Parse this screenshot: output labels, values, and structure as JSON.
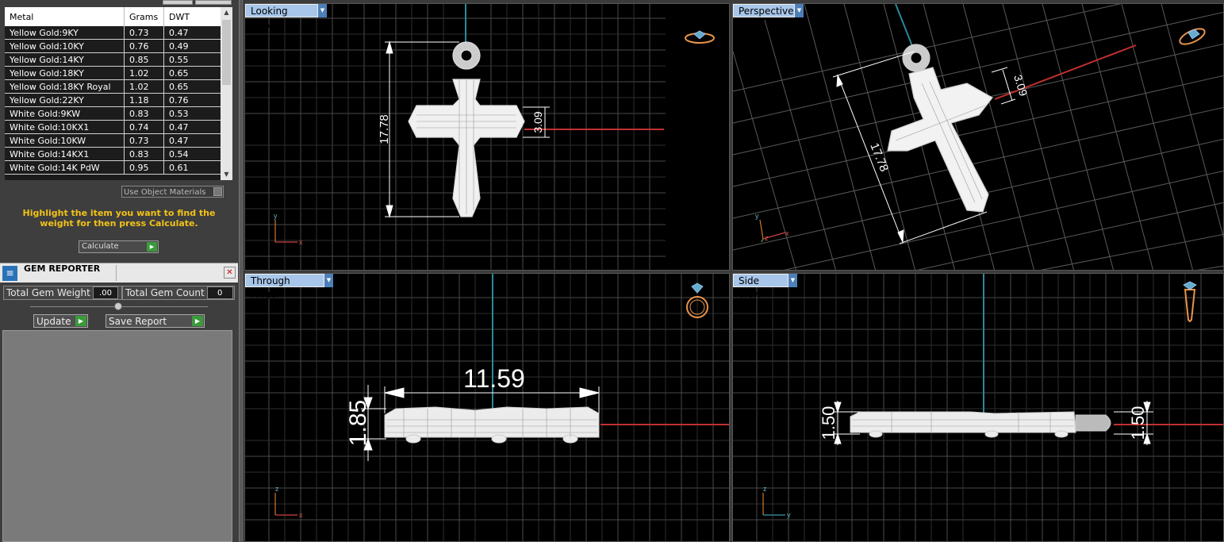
{
  "metal_table": {
    "headers": [
      "Metal",
      "Grams",
      "DWT"
    ],
    "rows": [
      [
        "Yellow Gold:9KY",
        "0.73",
        "0.47"
      ],
      [
        "Yellow Gold:10KY",
        "0.76",
        "0.49"
      ],
      [
        "Yellow Gold:14KY",
        "0.85",
        "0.55"
      ],
      [
        "Yellow Gold:18KY",
        "1.02",
        "0.65"
      ],
      [
        "Yellow Gold:18KY Royal",
        "1.02",
        "0.65"
      ],
      [
        "Yellow Gold:22KY",
        "1.18",
        "0.76"
      ],
      [
        "White Gold:9KW",
        "0.83",
        "0.53"
      ],
      [
        "White Gold:10KX1",
        "0.74",
        "0.47"
      ],
      [
        "White Gold:10KW",
        "0.73",
        "0.47"
      ],
      [
        "White Gold:14KX1",
        "0.83",
        "0.54"
      ],
      [
        "White Gold:14K PdW",
        "0.95",
        "0.61"
      ]
    ]
  },
  "use_object_materials": "Use Object Materials",
  "hint": "Highlight the item you want to find the weight for then press Calculate.",
  "calculate_label": "Calculate",
  "gem_reporter": {
    "title": "GEM REPORTER",
    "total_weight_label": "Total Gem Weight",
    "total_weight_value": ".00",
    "total_count_label": "Total Gem Count",
    "total_count_value": "0",
    "update_label": "Update",
    "save_label": "Save Report"
  },
  "viewports": {
    "top_left": {
      "label": "Looking Down",
      "dim_height": "17.78",
      "dim_arm": "3.09",
      "axes": [
        "y",
        "x"
      ]
    },
    "top_right": {
      "label": "Perspective",
      "dim_height": "17.78",
      "dim_arm": "3.09",
      "axes": [
        "y",
        "z",
        "x"
      ]
    },
    "bottom_left": {
      "label": "Through Finger",
      "dim_width": "11.59",
      "dim_thick": "1.85",
      "axes": [
        "z",
        "x"
      ]
    },
    "bottom_right": {
      "label": "Side View",
      "dim_left": "1.50",
      "dim_right": "1.50",
      "axes": [
        "z",
        "y"
      ]
    }
  },
  "colors": {
    "viewport_label_bg": "#a7c6ea",
    "hint_text": "#f2c218",
    "axis_red": "#c03030",
    "axis_cyan": "#2a8a9a",
    "icon_orange": "#e8944a"
  }
}
